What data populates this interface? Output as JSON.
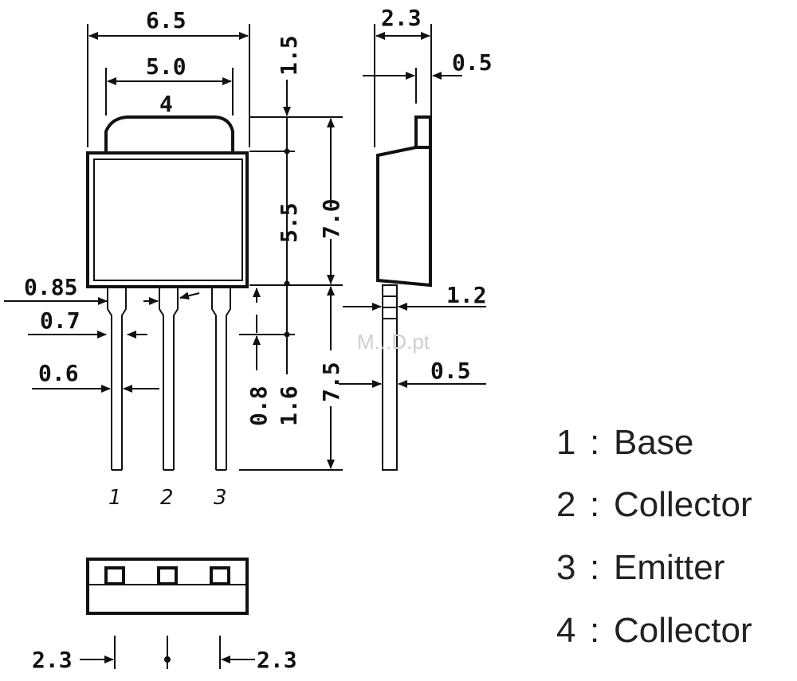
{
  "dimensions": {
    "overall_width": "6.5",
    "tab_width": "5.0",
    "tab_pin": "4",
    "tab_height": "1.5",
    "body_height": "5.5",
    "total_height": "7.0",
    "lead_upper": "0.85",
    "lead_mid": "0.7",
    "lead_lower": "0.6",
    "lead_step1": "0.8",
    "lead_step2": "1.6",
    "lead_length": "7.5",
    "side_thickness": "2.3",
    "side_tab": "0.5",
    "side_lead_upper": "1.2",
    "side_lead_lower": "0.5",
    "pitch_left": "2.3",
    "pitch_right": "2.3"
  },
  "pins": [
    "1",
    "2",
    "3"
  ],
  "legend": [
    {
      "num": "1",
      "label": "Base"
    },
    {
      "num": "2",
      "label": "Collector"
    },
    {
      "num": "3",
      "label": "Emitter"
    },
    {
      "num": "4",
      "label": "Collector"
    }
  ],
  "legend_sep": ":",
  "watermark": "M...D.pt"
}
